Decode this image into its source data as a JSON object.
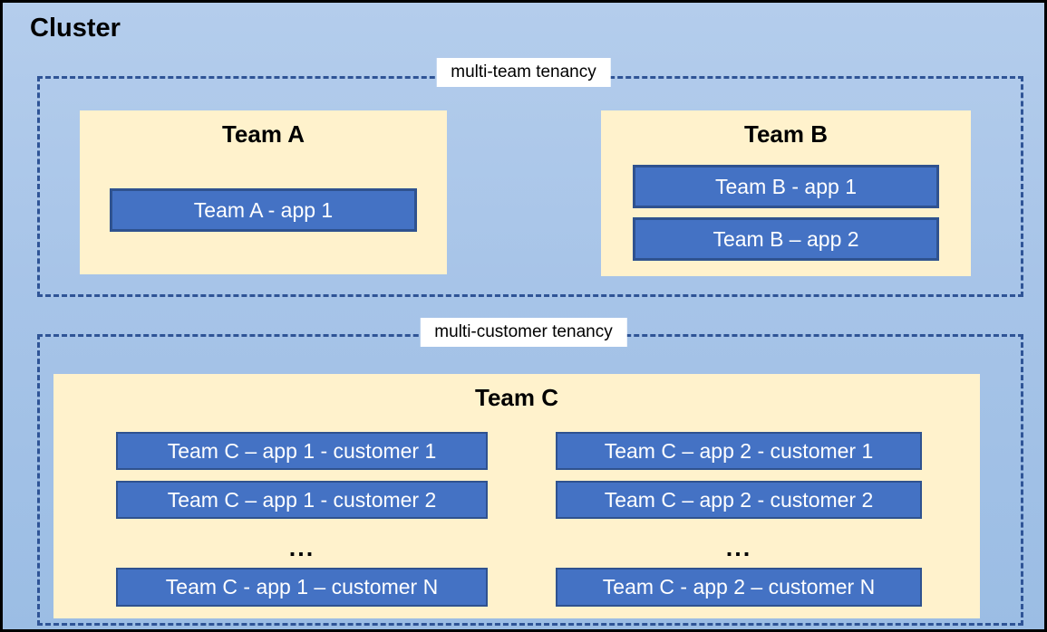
{
  "cluster": {
    "title": "Cluster"
  },
  "colors": {
    "background_top": "#B4CDEC",
    "background_bottom": "#9BBDE4",
    "cluster_border": "#000000",
    "dashed_border": "#2F5496",
    "team_fill": "#FFF2CC",
    "app_fill": "#4472C4",
    "app_border": "#2F528F",
    "app_text": "#FFFFFF",
    "title_text": "#000000",
    "label_bg": "#FFFFFF"
  },
  "sections": [
    {
      "label": "multi-team tenancy",
      "teams": [
        {
          "name": "Team A",
          "apps": [
            "Team A - app 1"
          ]
        },
        {
          "name": "Team B",
          "apps": [
            "Team B - app 1",
            "Team B – app 2"
          ]
        }
      ]
    },
    {
      "label": "multi-customer tenancy",
      "teams": [
        {
          "name": "Team C",
          "columns": [
            {
              "apps_top": [
                "Team C – app 1 - customer 1",
                "Team C – app 1 - customer 2"
              ],
              "ellipsis": "...",
              "app_bottom": "Team C - app 1 – customer N"
            },
            {
              "apps_top": [
                "Team C – app 2 - customer 1",
                "Team C – app 2 - customer 2"
              ],
              "ellipsis": "...",
              "app_bottom": "Team C - app 2 – customer N"
            }
          ]
        }
      ]
    }
  ]
}
